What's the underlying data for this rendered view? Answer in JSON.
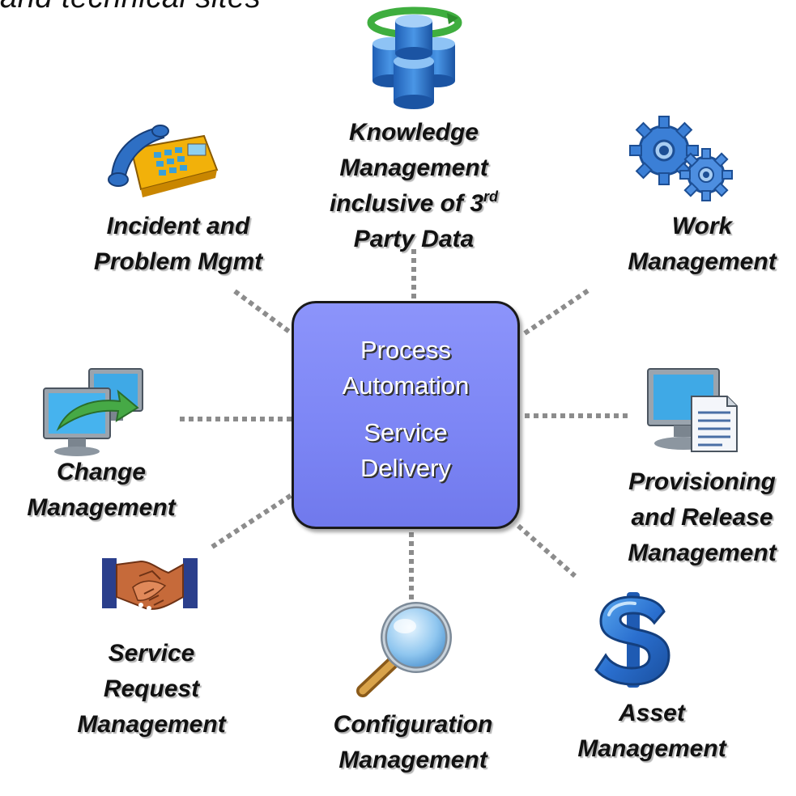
{
  "header": {
    "title_fragment": "and technical sites"
  },
  "hub": {
    "line1": "Process",
    "line2": "Automation",
    "line3": "Service",
    "line4": "Delivery",
    "fill": "#7f88f6",
    "border": "#1a1a1a"
  },
  "nodes": {
    "knowledge": {
      "icon": "database-sync-icon",
      "l1": "Knowledge",
      "l2": "Management",
      "l3": "inclusive of 3",
      "l3_sup": "rd",
      "l4": "Party Data"
    },
    "incident": {
      "icon": "phone-icon",
      "l1": "Incident and",
      "l2": "Problem Mgmt"
    },
    "work": {
      "icon": "gears-icon",
      "l1": "Work",
      "l2": "Management"
    },
    "change": {
      "icon": "monitors-transfer-icon",
      "l1": "Change",
      "l2": "Management"
    },
    "provisioning": {
      "icon": "monitor-document-icon",
      "l1": "Provisioning",
      "l2": "and Release",
      "l3": "Management"
    },
    "service_request": {
      "icon": "handshake-icon",
      "l1": "Service",
      "l2": "Request",
      "l3": "Management"
    },
    "configuration": {
      "icon": "magnifier-icon",
      "l1": "Configuration",
      "l2": "Management"
    },
    "asset": {
      "icon": "dollar-icon",
      "l1": "Asset",
      "l2": "Management"
    }
  },
  "connector_color": "#8c8c8c"
}
